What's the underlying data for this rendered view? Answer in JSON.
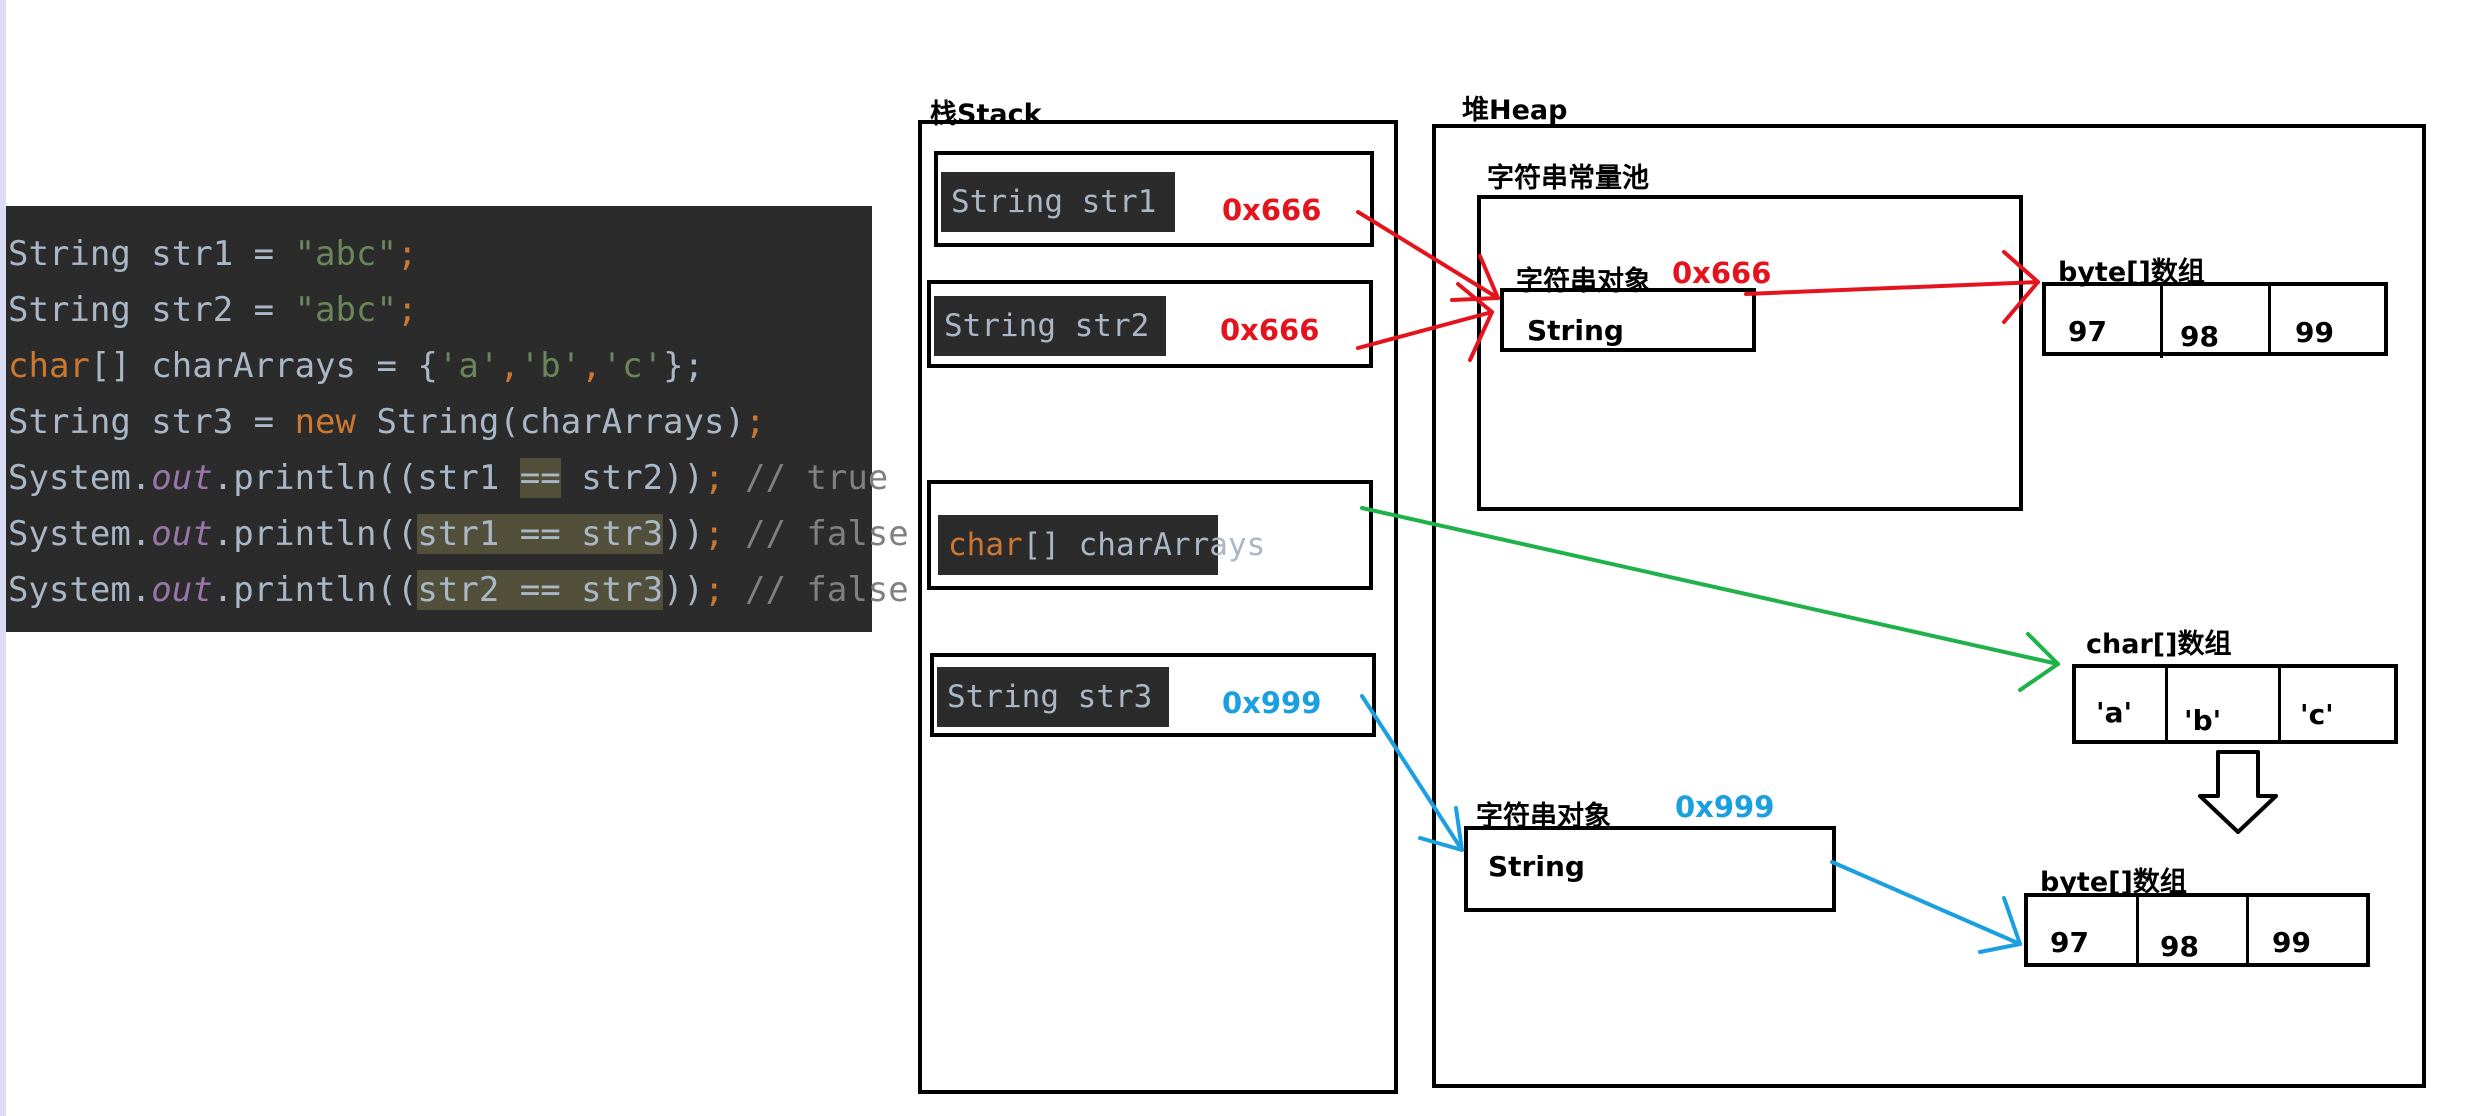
{
  "code_lines": [
    [
      {
        "t": "String str1 = ",
        "c": "plain"
      },
      {
        "t": "\"abc\"",
        "c": "str"
      },
      {
        "t": ";",
        "c": "kw"
      }
    ],
    [
      {
        "t": "String str2 = ",
        "c": "plain"
      },
      {
        "t": "\"abc\"",
        "c": "str"
      },
      {
        "t": ";",
        "c": "kw"
      }
    ],
    [
      {
        "t": "char",
        "c": "kw"
      },
      {
        "t": "[] charArrays = {",
        "c": "plain"
      },
      {
        "t": "'a'",
        "c": "str"
      },
      {
        "t": ",",
        "c": "kw"
      },
      {
        "t": "'b'",
        "c": "str"
      },
      {
        "t": ",",
        "c": "kw"
      },
      {
        "t": "'c'",
        "c": "str"
      },
      {
        "t": "};",
        "c": "plain"
      }
    ],
    [
      {
        "t": "String str3 = ",
        "c": "plain"
      },
      {
        "t": "new",
        "c": "kw"
      },
      {
        "t": " String(charArrays)",
        "c": "plain"
      },
      {
        "t": ";",
        "c": "kw"
      }
    ],
    [
      {
        "t": "System.",
        "c": "plain"
      },
      {
        "t": "out",
        "c": "field"
      },
      {
        "t": ".println((str1 ",
        "c": "plain"
      },
      {
        "t": "==",
        "c": "hl"
      },
      {
        "t": " str2))",
        "c": "plain"
      },
      {
        "t": "; ",
        "c": "kw"
      },
      {
        "t": "// true",
        "c": "cmt"
      }
    ],
    [
      {
        "t": "System.",
        "c": "plain"
      },
      {
        "t": "out",
        "c": "field"
      },
      {
        "t": ".println((",
        "c": "plain"
      },
      {
        "t": "str1 == str3",
        "c": "hl"
      },
      {
        "t": "))",
        "c": "plain"
      },
      {
        "t": "; ",
        "c": "kw"
      },
      {
        "t": "// false",
        "c": "cmt"
      }
    ],
    [
      {
        "t": "System.",
        "c": "plain"
      },
      {
        "t": "out",
        "c": "field"
      },
      {
        "t": ".println((",
        "c": "plain"
      },
      {
        "t": "str2 == str3",
        "c": "hl"
      },
      {
        "t": "))",
        "c": "plain"
      },
      {
        "t": "; ",
        "c": "kw"
      },
      {
        "t": "// false",
        "c": "cmt"
      }
    ]
  ],
  "stack": {
    "title": "栈Stack",
    "vars": [
      {
        "name": "String str1",
        "addr": "0x666"
      },
      {
        "name": "String str2",
        "addr": "0x666"
      },
      {
        "name_kw": "char",
        "name_rest": "[] charArrays"
      },
      {
        "name": "String str3",
        "addr": "0x999"
      }
    ]
  },
  "heap": {
    "title": "堆Heap",
    "pool_title": "字符串常量池",
    "pool_object": {
      "title": "字符串对象",
      "addr": "0x666",
      "label": "String"
    },
    "pool_bytes": {
      "title": "byte[]数组",
      "cells": [
        "97",
        "98",
        "99"
      ]
    },
    "char_array": {
      "title": "char[]数组",
      "cells": [
        "'a'",
        "'b'",
        "'c'"
      ]
    },
    "new_object": {
      "title": "字符串对象",
      "addr": "0x999",
      "label": "String"
    },
    "new_bytes": {
      "title": "byte[]数组",
      "cells": [
        "97",
        "98",
        "99"
      ]
    }
  },
  "colors": {
    "red_arrow": "#e4141f",
    "green_arrow": "#1fb14a",
    "blue_arrow": "#1a9fe0",
    "code_bg": "#2b2b2b"
  }
}
